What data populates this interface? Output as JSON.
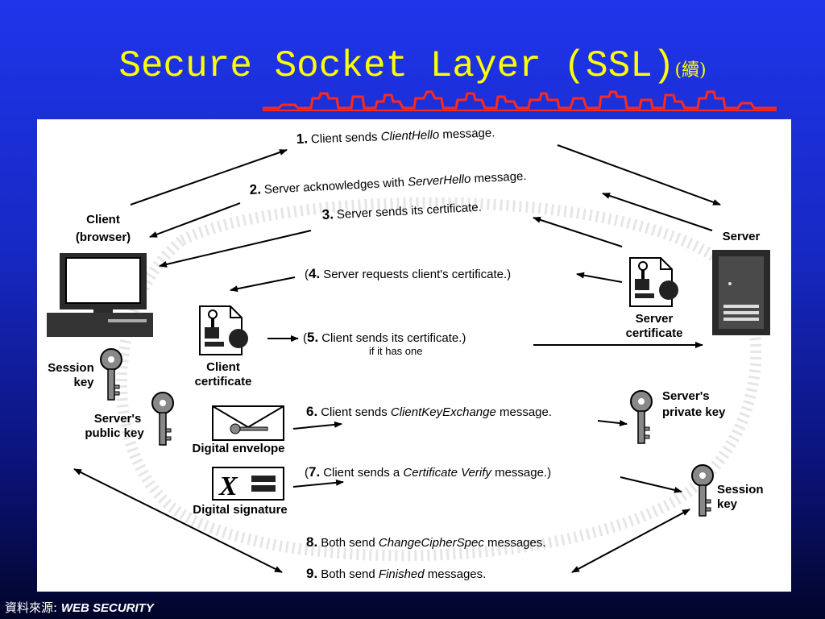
{
  "slide": {
    "title": "Secure Socket Layer (SSL)",
    "title_suffix": "(續)",
    "source_label": "資料來源:",
    "source_value": "WEB SECURITY"
  },
  "colors": {
    "title": "#ffff00",
    "background_top": "#1f35ea",
    "background_bottom": "#02052a",
    "skyline": "#ff2a1a"
  },
  "diagram": {
    "labels": {
      "client": [
        "Client",
        "(browser)"
      ],
      "server": "Server",
      "server_certificate": [
        "Server",
        "certificate"
      ],
      "client_certificate": [
        "Client",
        "certificate"
      ],
      "session_key_left": [
        "Session",
        "key"
      ],
      "servers_public_key": [
        "Server's",
        "public key"
      ],
      "digital_envelope": "Digital envelope",
      "digital_signature": "Digital signature",
      "servers_private_key": [
        "Server's",
        "private key"
      ],
      "session_key_right": [
        "Session",
        "key"
      ],
      "if_it_has_one": "if it has one"
    },
    "steps": {
      "s1": {
        "num": "1.",
        "pre": "Client sends ",
        "em": "ClientHello",
        "post": " message."
      },
      "s2": {
        "num": "2.",
        "pre": "Server acknowledges with ",
        "em": "ServerHello",
        "post": " message."
      },
      "s3": {
        "num": "3.",
        "pre": "Server sends its certificate.",
        "em": "",
        "post": ""
      },
      "s4": {
        "open": "(",
        "num": "4.",
        "pre": "Server requests client's certificate.)",
        "em": "",
        "post": ""
      },
      "s5": {
        "open": "(",
        "num": "5.",
        "pre": "Client sends its certificate.)",
        "em": "",
        "post": ""
      },
      "s6": {
        "num": "6.",
        "pre": "Client sends ",
        "em": "ClientKeyExchange",
        "post": " message."
      },
      "s7": {
        "open": "(",
        "num": "7.",
        "pre": "Client sends a ",
        "em": "Certificate Verify",
        "post": " message.)"
      },
      "s8": {
        "num": "8.",
        "pre": "Both send ",
        "em": "ChangeCipherSpec",
        "post": " messages."
      },
      "s9": {
        "num": "9.",
        "pre": "Both send ",
        "em": "Finished",
        "post": " messages."
      }
    }
  }
}
